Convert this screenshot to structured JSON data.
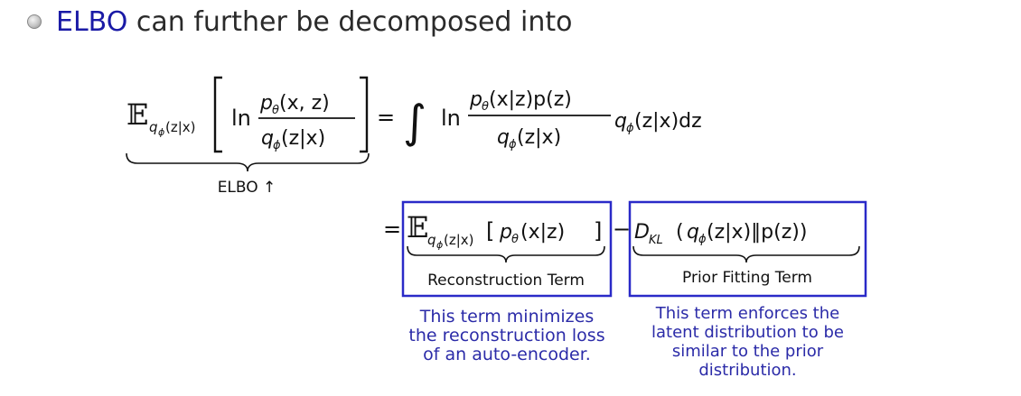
{
  "bullet": {
    "highlight": "ELBO",
    "rest": " can further be decomposed into"
  },
  "elbo_label": "ELBO ↑",
  "term_labels": {
    "reconstruction": "Reconstruction Term",
    "prior": "Prior Fitting Term"
  },
  "notes": {
    "reconstruction": [
      "This term minimizes",
      "the reconstruction loss",
      "of an auto-encoder."
    ],
    "prior": [
      "This term enforces the",
      "latent distribution to be",
      "similar to the prior",
      "distribution."
    ]
  },
  "colors": {
    "highlight": "#1a1aa6",
    "box_border": "#2a2ac8",
    "note_text": "#2b2ba8"
  }
}
